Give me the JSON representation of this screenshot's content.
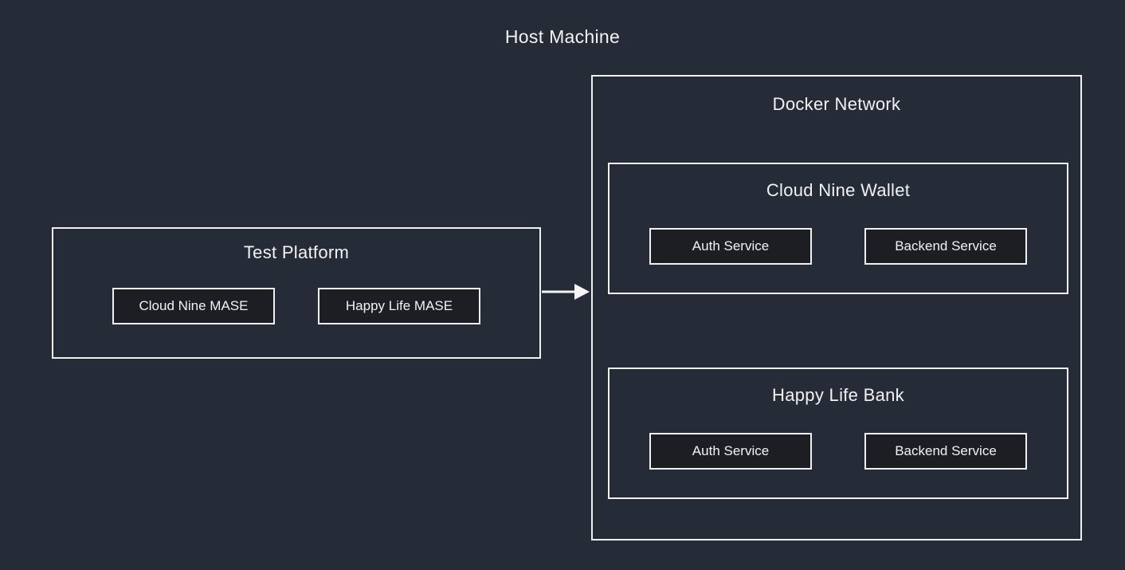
{
  "colors": {
    "background": "#262B38",
    "box_border": "#F0F0F0",
    "service_fill": "#1C1E23",
    "text": "#F2F2F2",
    "arrow": "#F5F5F5"
  },
  "host": {
    "title": "Host Machine"
  },
  "test_platform": {
    "label": "Test Platform",
    "services": [
      {
        "label": "Cloud Nine MASE"
      },
      {
        "label": "Happy Life MASE"
      }
    ]
  },
  "docker_network": {
    "label": "Docker Network",
    "groups": [
      {
        "label": "Cloud Nine Wallet",
        "services": [
          {
            "label": "Auth Service"
          },
          {
            "label": "Backend Service"
          }
        ]
      },
      {
        "label": "Happy Life Bank",
        "services": [
          {
            "label": "Auth Service"
          },
          {
            "label": "Backend Service"
          }
        ]
      }
    ]
  },
  "connections": [
    {
      "from": "Test Platform",
      "to": "Docker Network",
      "direction": "right"
    }
  ]
}
